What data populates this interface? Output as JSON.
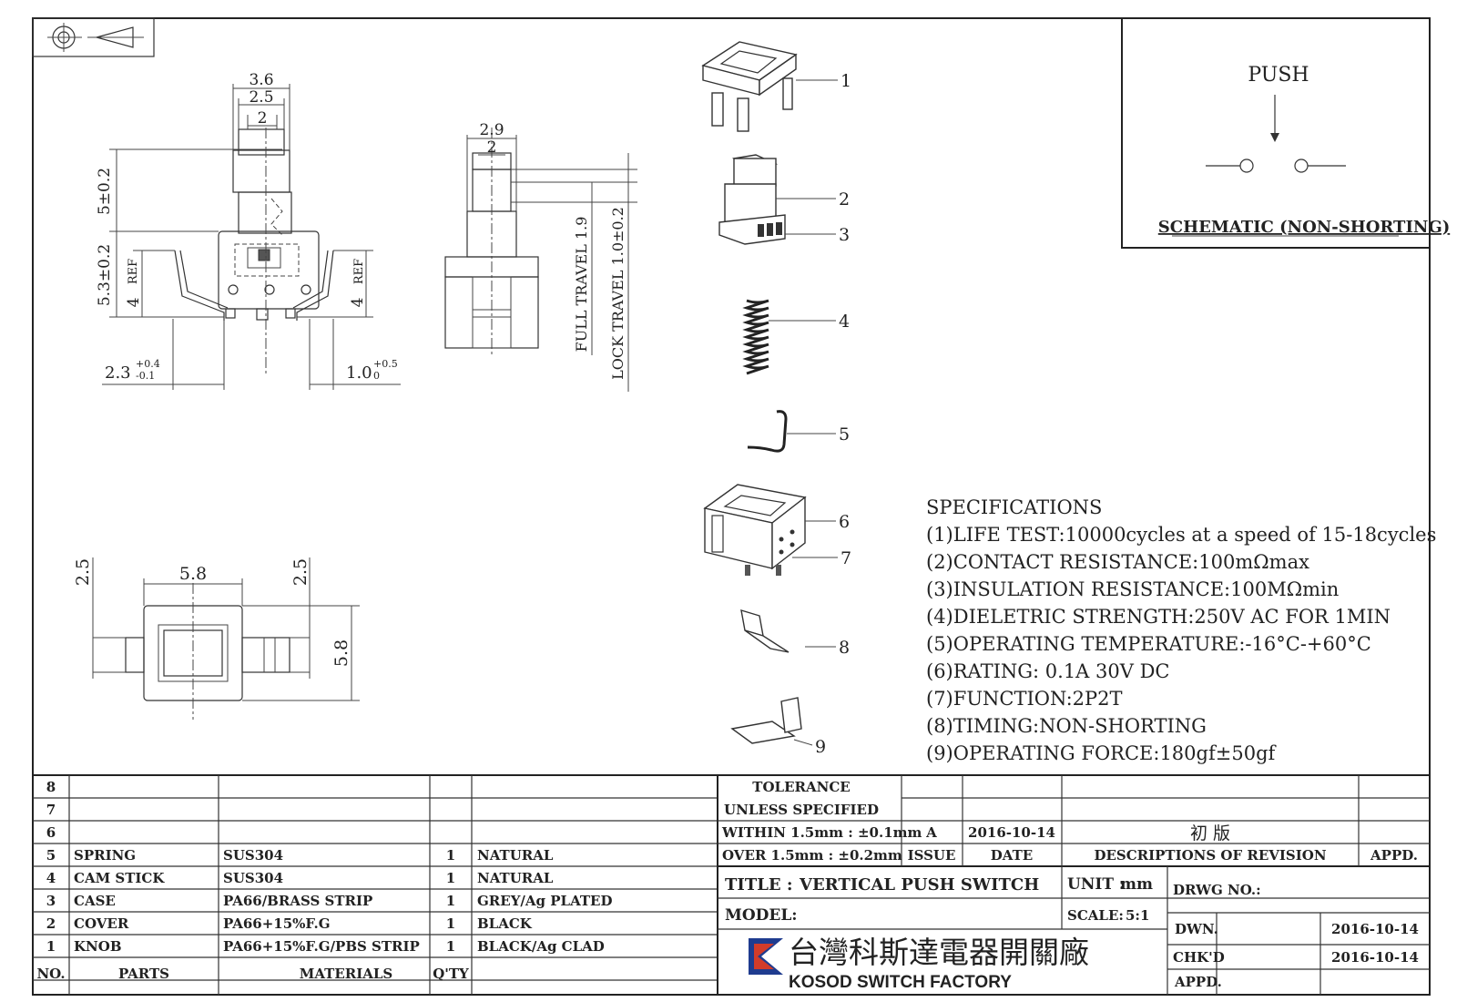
{
  "dimensions": {
    "top_width_outer": "3.6",
    "top_width_mid": "2.5",
    "top_width_inner": "2",
    "knob_height": "5±0.2",
    "body_height": "5.3±0.2",
    "ref_left": "REF",
    "ref_right": "REF",
    "ref_left_val": "4",
    "ref_right_val": "4",
    "left_offset": "2.3",
    "left_offset_tol_up": "+0.4",
    "left_offset_tol_down": "-0.1",
    "right_offset": "1.0",
    "right_offset_tol_up": "+0.5",
    "right_offset_tol_down": "0",
    "side_width_outer": "2.9",
    "side_width_inner": "2",
    "full_travel": "FULL TRAVEL 1.9",
    "lock_travel": "LOCK TRAVEL 1.0±0.2",
    "bottom_width": "5.8",
    "bottom_height": "5.8",
    "bottom_left_gap": "2.5",
    "bottom_right_gap": "2.5"
  },
  "parts_callouts": [
    "1",
    "2",
    "3",
    "4",
    "5",
    "6",
    "7",
    "8",
    "9"
  ],
  "schematic": {
    "push_label": "PUSH",
    "caption": "SCHEMATIC (NON-SHORTING)"
  },
  "specifications": {
    "heading": "SPECIFICATIONS",
    "items": [
      "(1)LIFE TEST:10000cycles at a speed of 15-18cycles",
      "(2)CONTACT RESISTANCE:100mΩmax",
      "(3)INSULATION RESISTANCE:100MΩmin",
      "(4)DIELETRIC STRENGTH:250V AC FOR 1MIN",
      "(5)OPERATING TEMPERATURE:-16°C-+60°C",
      "(6)RATING: 0.1A 30V DC",
      "(7)FUNCTION:2P2T",
      "(8)TIMING:NON-SHORTING",
      "(9)OPERATING FORCE:180gf±50gf"
    ]
  },
  "bom": {
    "header": {
      "no": "NO.",
      "parts": "PARTS",
      "materials": "MATERIALS",
      "qty": "Q'TY"
    },
    "rows": [
      {
        "no": "8",
        "parts": "",
        "materials": "",
        "qty": "",
        "finish": ""
      },
      {
        "no": "7",
        "parts": "",
        "materials": "",
        "qty": "",
        "finish": ""
      },
      {
        "no": "6",
        "parts": "",
        "materials": "",
        "qty": "",
        "finish": ""
      },
      {
        "no": "5",
        "parts": "SPRING",
        "materials": "SUS304",
        "qty": "1",
        "finish": "NATURAL"
      },
      {
        "no": "4",
        "parts": "CAM STICK",
        "materials": "SUS304",
        "qty": "1",
        "finish": "NATURAL"
      },
      {
        "no": "3",
        "parts": "CASE",
        "materials": "PA66/BRASS STRIP",
        "qty": "1",
        "finish": "GREY/Ag PLATED"
      },
      {
        "no": "2",
        "parts": "COVER",
        "materials": "PA66+15%F.G",
        "qty": "1",
        "finish": "BLACK"
      },
      {
        "no": "1",
        "parts": "KNOB",
        "materials": "PA66+15%F.G/PBS STRIP",
        "qty": "1",
        "finish": "BLACK/Ag CLAD"
      }
    ]
  },
  "tolerance": {
    "title_line1": "TOLERANCE",
    "title_line2": "UNLESS  SPECIFIED",
    "within": "WITHIN 1.5mm : ±0.1mm",
    "over": "OVER 1.5mm : ±0.2mm"
  },
  "revision": {
    "issue": "A",
    "date": "2016-10-14",
    "description": "初  版",
    "issue_label": "ISSUE",
    "date_label": "DATE",
    "desc_label": "DESCRIPTIONS OF REVISION",
    "appd_label": "APPD."
  },
  "title_block": {
    "title_label": "TITLE :",
    "title_value": "VERTICAL PUSH SWITCH",
    "unit_label": "UNIT :",
    "unit_value": "mm",
    "model_label": "MODEL:",
    "scale_label": "SCALE:",
    "scale_value": "5:1",
    "drwg_label": "DRWG NO.:",
    "dwn_label": "DWN.",
    "dwn_date": "2016-10-14",
    "chkd_label": "CHK'D",
    "chkd_date": "2016-10-14",
    "appd_label": "APPD.",
    "company_cn": "台灣科斯達電器開關廠",
    "company_en": "KOSOD SWITCH FACTORY"
  },
  "colors": {
    "line": "#333333",
    "logo_red": "#d23c2a",
    "logo_blue": "#1f3c8f"
  }
}
